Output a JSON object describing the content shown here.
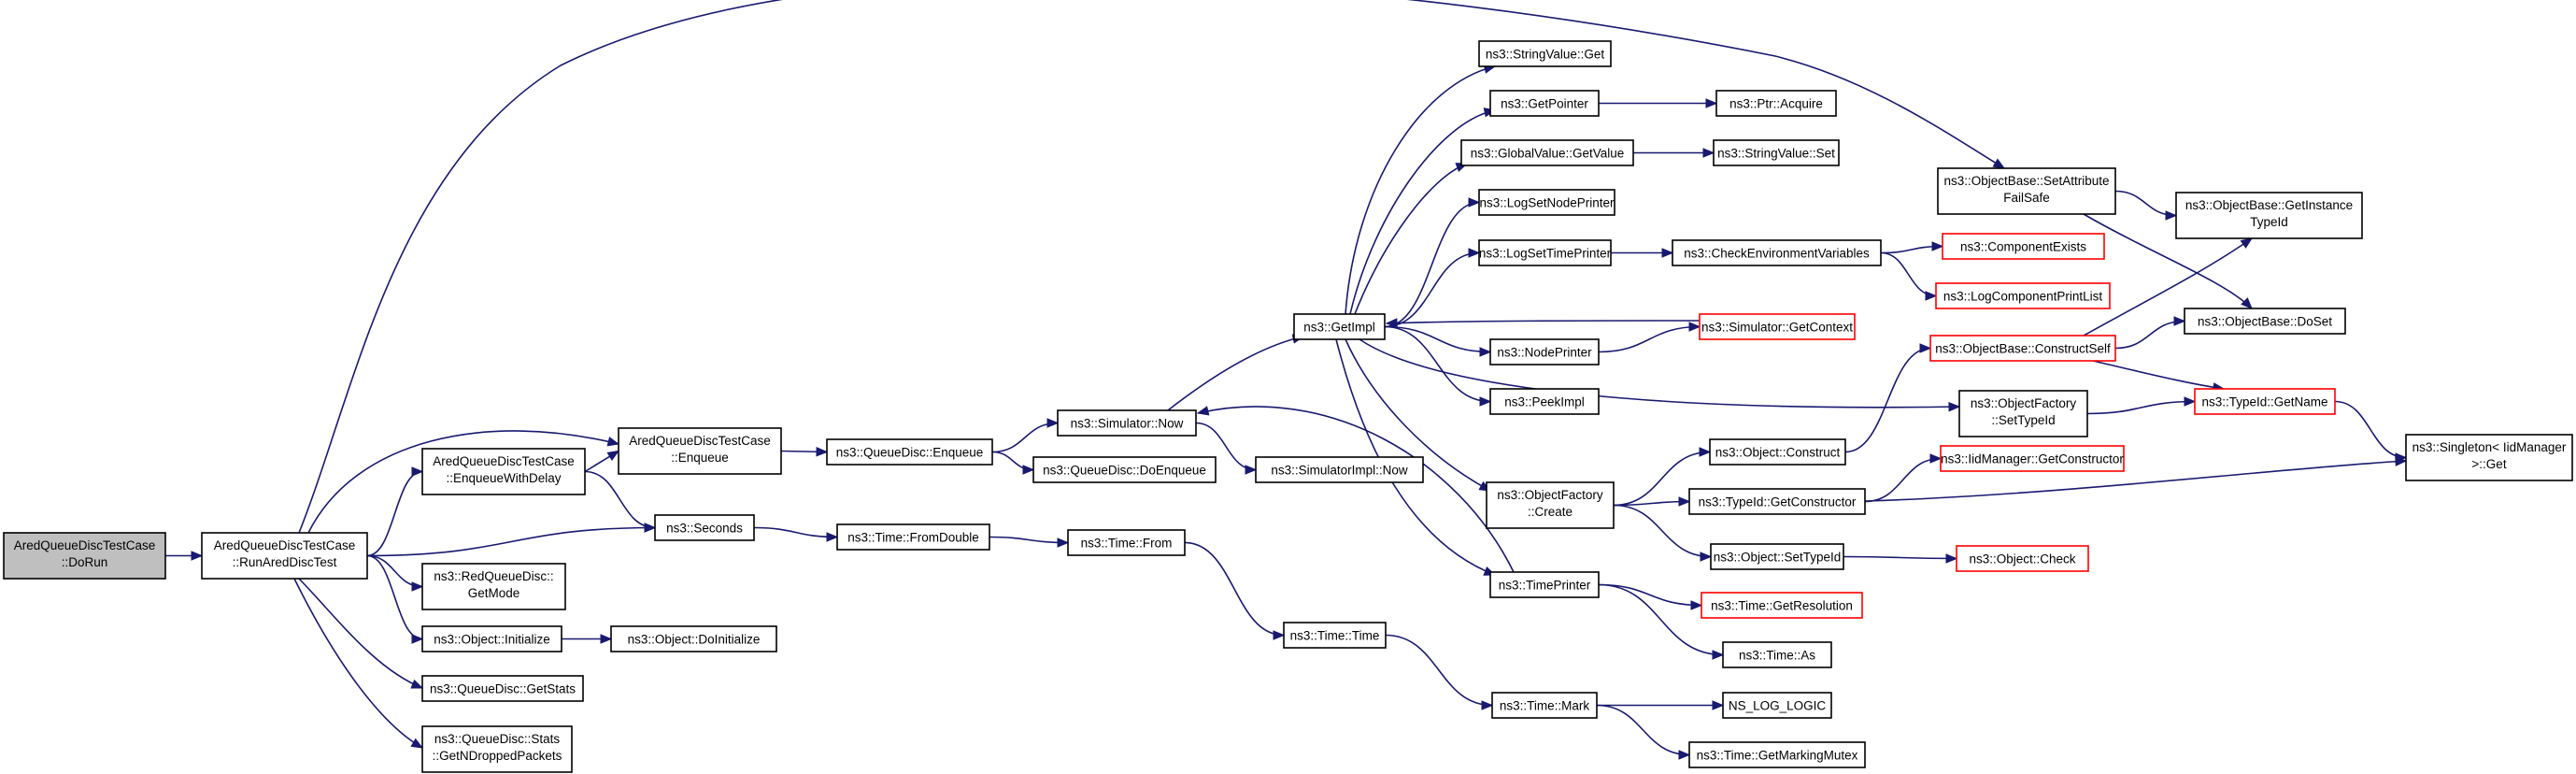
{
  "nodes": {
    "n0": [
      "AredQueueDiscTestCase",
      "::DoRun"
    ],
    "n1": [
      "AredQueueDiscTestCase",
      "::RunAredDiscTest"
    ],
    "n2": [
      "AredQueueDiscTestCase",
      "::EnqueueWithDelay"
    ],
    "n3": [
      "AredQueueDiscTestCase",
      "::Enqueue"
    ],
    "n4": [
      "ns3::Seconds"
    ],
    "n5": [
      "ns3::RedQueueDisc::",
      "GetMode"
    ],
    "n6": [
      "ns3::Object::Initialize"
    ],
    "n7": [
      "ns3::QueueDisc::GetStats"
    ],
    "n8": [
      "ns3::QueueDisc::Stats",
      "::GetNDroppedPackets"
    ],
    "n9": [
      "ns3::QueueDisc::Enqueue"
    ],
    "n10": [
      "ns3::Time::FromDouble"
    ],
    "n11": [
      "ns3::Object::DoInitialize"
    ],
    "n12": [
      "ns3::Simulator::Now"
    ],
    "n13": [
      "ns3::QueueDisc::DoEnqueue"
    ],
    "n14": [
      "ns3::Time::From"
    ],
    "n15": [
      "ns3::SimulatorImpl::Now"
    ],
    "n16": [
      "ns3::GetImpl"
    ],
    "n17": [
      "ns3::Time::Time"
    ],
    "n18": [
      "ns3::StringValue::Get"
    ],
    "n19": [
      "ns3::GetPointer"
    ],
    "n20": [
      "ns3::GlobalValue::GetValue"
    ],
    "n21": [
      "ns3::LogSetNodePrinter"
    ],
    "n22": [
      "ns3::LogSetTimePrinter"
    ],
    "n23": [
      "ns3::NodePrinter"
    ],
    "n24": [
      "ns3::PeekImpl"
    ],
    "n25": [
      "ns3::ObjectFactory",
      "::Create"
    ],
    "n26": [
      "ns3::TimePrinter"
    ],
    "n27": [
      "ns3::Time::Mark"
    ],
    "n28": [
      "ns3::Ptr::Acquire"
    ],
    "n29": [
      "ns3::StringValue::Set"
    ],
    "n30": [
      "ns3::CheckEnvironmentVariables"
    ],
    "n31": [
      "ns3::Simulator::GetContext"
    ],
    "n32": [
      "ns3::Object::Construct"
    ],
    "n33": [
      "ns3::TypeId::GetConstructor"
    ],
    "n34": [
      "ns3::Object::SetTypeId"
    ],
    "n35": [
      "ns3::Time::GetResolution"
    ],
    "n36": [
      "ns3::Time::As"
    ],
    "n37": [
      "NS_LOG_LOGIC"
    ],
    "n38": [
      "ns3::Time::GetMarkingMutex"
    ],
    "n39": [
      "ns3::ObjectBase::SetAttribute",
      "FailSafe"
    ],
    "n40": [
      "ns3::ComponentExists"
    ],
    "n41": [
      "ns3::LogComponentPrintList"
    ],
    "n42": [
      "ns3::ObjectBase::ConstructSelf"
    ],
    "n43": [
      "ns3::ObjectFactory",
      "::SetTypeId"
    ],
    "n44": [
      "ns3::IidManager::GetConstructor"
    ],
    "n45": [
      "ns3::Object::Check"
    ],
    "n46": [
      "ns3::ObjectBase::GetInstance",
      "TypeId"
    ],
    "n47": [
      "ns3::ObjectBase::DoSet"
    ],
    "n48": [
      "ns3::TypeId::GetName"
    ],
    "n49": [
      "ns3::Singleton< IidManager",
      ">::Get"
    ]
  },
  "edges": [
    [
      "n0",
      "n1"
    ],
    [
      "n1",
      "n2"
    ],
    [
      "n1",
      "n3"
    ],
    [
      "n1",
      "n4"
    ],
    [
      "n1",
      "n5"
    ],
    [
      "n1",
      "n6"
    ],
    [
      "n1",
      "n7"
    ],
    [
      "n1",
      "n8"
    ],
    [
      "n1",
      "n39"
    ],
    [
      "n2",
      "n3"
    ],
    [
      "n2",
      "n4"
    ],
    [
      "n3",
      "n9"
    ],
    [
      "n4",
      "n10"
    ],
    [
      "n6",
      "n11"
    ],
    [
      "n9",
      "n12"
    ],
    [
      "n9",
      "n13"
    ],
    [
      "n10",
      "n14"
    ],
    [
      "n12",
      "n15"
    ],
    [
      "n12",
      "n16"
    ],
    [
      "n14",
      "n17"
    ],
    [
      "n16",
      "n18"
    ],
    [
      "n16",
      "n19"
    ],
    [
      "n16",
      "n20"
    ],
    [
      "n16",
      "n21"
    ],
    [
      "n16",
      "n22"
    ],
    [
      "n16",
      "n23"
    ],
    [
      "n16",
      "n24"
    ],
    [
      "n16",
      "n25"
    ],
    [
      "n16",
      "n26"
    ],
    [
      "n16",
      "n43"
    ],
    [
      "n17",
      "n27"
    ],
    [
      "n19",
      "n28"
    ],
    [
      "n20",
      "n29"
    ],
    [
      "n22",
      "n30"
    ],
    [
      "n23",
      "n31"
    ],
    [
      "n31",
      "n16"
    ],
    [
      "n25",
      "n32"
    ],
    [
      "n25",
      "n33"
    ],
    [
      "n25",
      "n34"
    ],
    [
      "n26",
      "n12"
    ],
    [
      "n26",
      "n35"
    ],
    [
      "n26",
      "n36"
    ],
    [
      "n27",
      "n37"
    ],
    [
      "n27",
      "n38"
    ],
    [
      "n30",
      "n40"
    ],
    [
      "n30",
      "n41"
    ],
    [
      "n32",
      "n42"
    ],
    [
      "n33",
      "n44"
    ],
    [
      "n33",
      "n49"
    ],
    [
      "n34",
      "n45"
    ],
    [
      "n39",
      "n46"
    ],
    [
      "n39",
      "n47"
    ],
    [
      "n42",
      "n46"
    ],
    [
      "n42",
      "n47"
    ],
    [
      "n42",
      "n48"
    ],
    [
      "n43",
      "n48"
    ],
    [
      "n48",
      "n49"
    ]
  ],
  "colors": {
    "edge": "#191970",
    "border": "#000000",
    "border_incomplete": "#ff0000",
    "root_fill": "#bfbfbf"
  }
}
